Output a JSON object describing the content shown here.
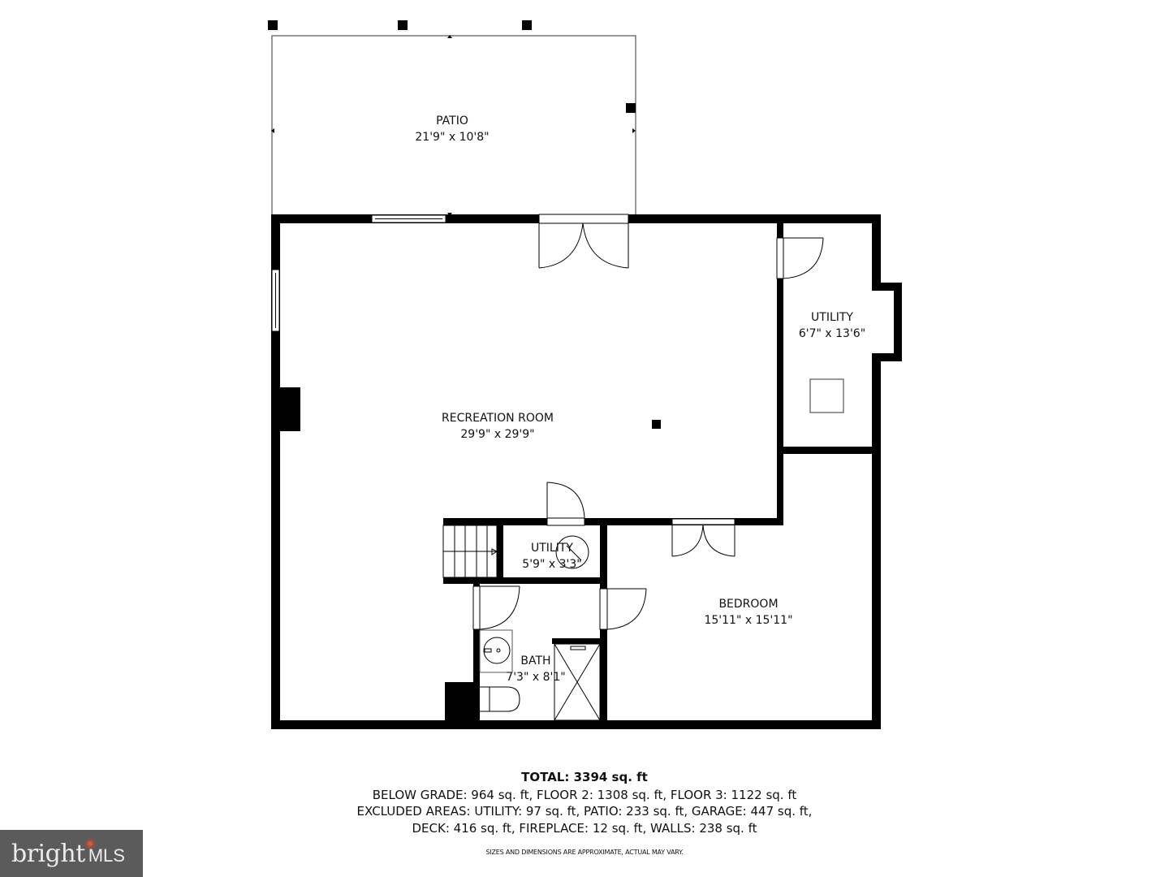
{
  "rooms": [
    {
      "id": "patio",
      "name": "PATIO",
      "dimensions": "21'9\" x 10'8\""
    },
    {
      "id": "recreation-room",
      "name": "RECREATION ROOM",
      "dimensions": "29'9\" x 29'9\""
    },
    {
      "id": "utility-large",
      "name": "UTILITY",
      "dimensions": "6'7\" x 13'6\""
    },
    {
      "id": "utility-small",
      "name": "UTILITY",
      "dimensions": "5'9\" x 3'3\""
    },
    {
      "id": "bedroom",
      "name": "BEDROOM",
      "dimensions": "15'11\" x 15'11\""
    },
    {
      "id": "bath",
      "name": "BATH",
      "dimensions": "7'3\" x 8'1\""
    }
  ],
  "summary": {
    "total": "TOTAL: 3394 sq. ft",
    "floors": "BELOW GRADE: 964 sq. ft, FLOOR 2: 1308 sq. ft, FLOOR 3: 1122 sq. ft",
    "excluded_1": "EXCLUDED AREAS: UTILITY: 97 sq. ft, PATIO: 233 sq. ft, GARAGE: 447 sq. ft,",
    "excluded_2": "DECK: 416 sq. ft, FIREPLACE: 12 sq. ft, WALLS: 238 sq. ft",
    "disclaimer": "SIZES AND DIMENSIONS ARE APPROXIMATE, ACTUAL MAY VARY."
  },
  "logo": {
    "brand": "bright",
    "suffix": "MLS"
  },
  "colors": {
    "wall": "#000000",
    "background": "#ffffff",
    "logo_bg": "#5b5b5b",
    "logo_accent": "#e8502a"
  }
}
